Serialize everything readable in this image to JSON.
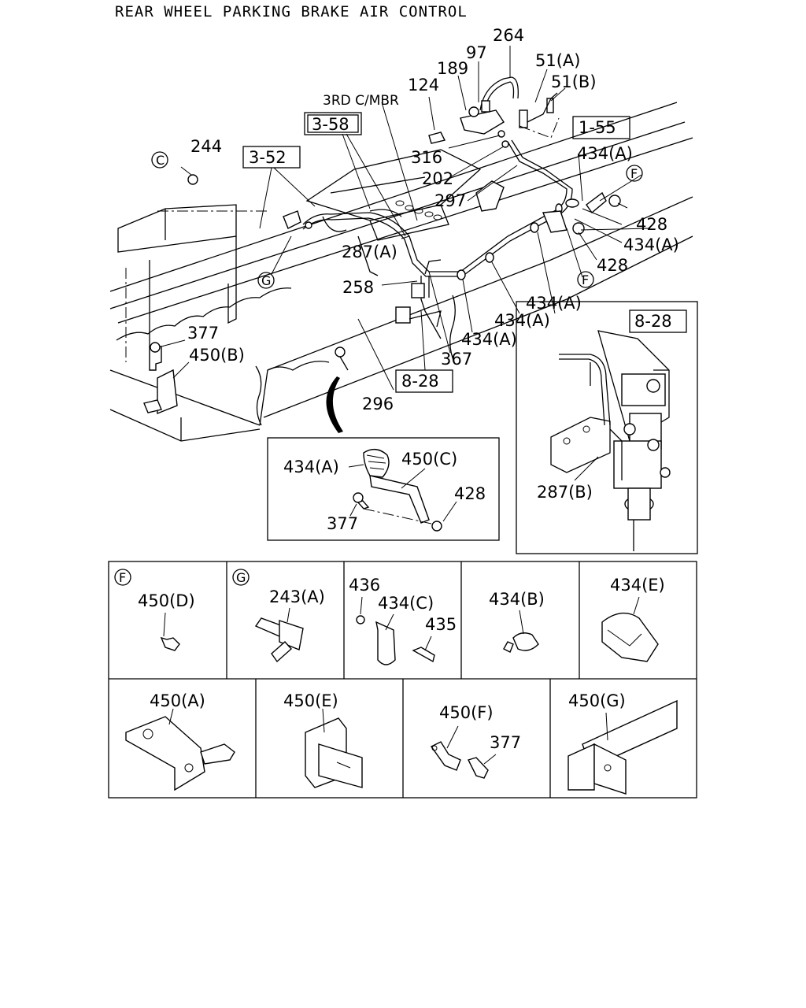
{
  "title": "REAR WHEEL PARKING BRAKE AIR CONTROL",
  "main_labels": {
    "l264": "264",
    "l97": "97",
    "l189": "189",
    "l51a": "51(A)",
    "l51b": "51(B)",
    "l124": "124",
    "l3rd": "3RD C/MBR",
    "l244": "244",
    "l316": "316",
    "l202": "202",
    "l297": "297",
    "l434a_1": "434(A)",
    "l428_1": "428",
    "l434a_2": "434(A)",
    "l428_2": "428",
    "l287a": "287(A)",
    "l258": "258",
    "l434a_3": "434(A)",
    "l434a_4": "434(A)",
    "l434a_5": "434(A)",
    "l377": "377",
    "l450b": "450(B)",
    "l367": "367",
    "l296": "296"
  },
  "boxed_refs": {
    "b358": "3-58",
    "b352": "3-52",
    "b155": "1-55",
    "b828_main": "8-28",
    "b828_inset": "8-28"
  },
  "circle_refs": {
    "cC": "C",
    "cG": "G",
    "cF1": "F",
    "cF2": "F"
  },
  "detail_inset": {
    "l434a": "434(A)",
    "l450c": "450(C)",
    "l428": "428",
    "l377": "377"
  },
  "valve_inset": {
    "l287b": "287(B)"
  },
  "grid_cells": {
    "f": {
      "circle": "F",
      "label": "450(D)"
    },
    "g": {
      "circle": "G",
      "label": "243(A)"
    },
    "c434": {
      "l436": "436",
      "l434c": "434(C)",
      "l435": "435"
    },
    "b434": {
      "label": "434(B)"
    },
    "e434": {
      "label": "434(E)"
    },
    "a450": {
      "label": "450(A)"
    },
    "e450": {
      "label": "450(E)"
    },
    "f450": {
      "label": "450(F)",
      "l377": "377"
    },
    "g450": {
      "label": "450(G)"
    }
  }
}
